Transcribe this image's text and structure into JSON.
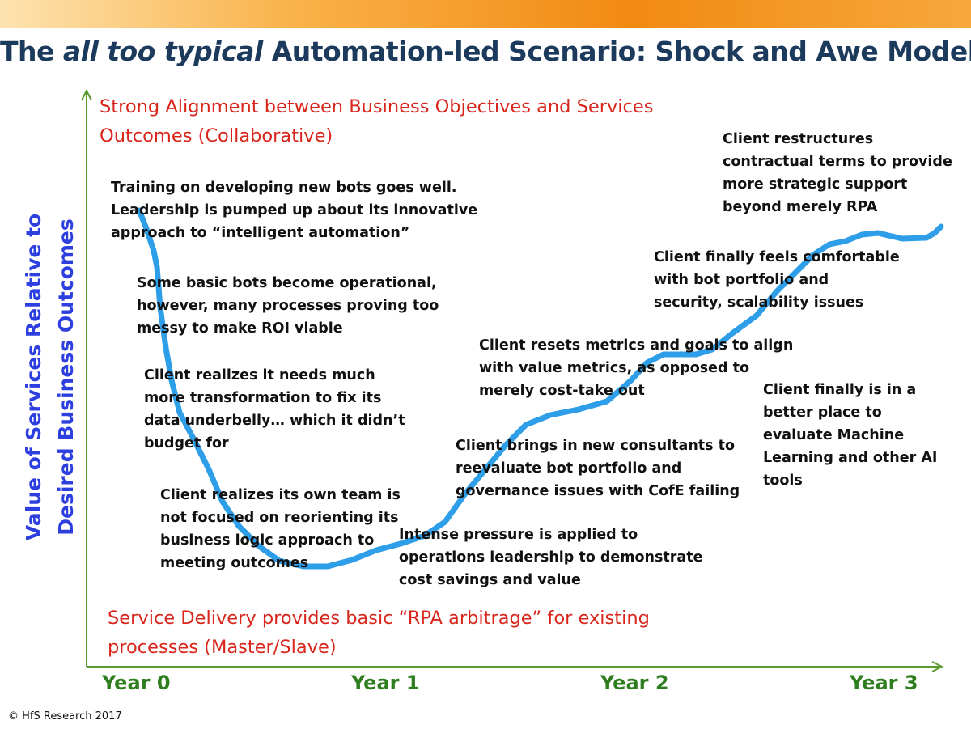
{
  "title": {
    "part1": "The ",
    "italic": "all too typical",
    "part2": " Automation-led Scenario: Shock and Awe Model"
  },
  "y_axis_label_line1": "Value of Services Relative to",
  "y_axis_label_line2": "Desired Business Outcomes",
  "top_label": "Strong Alignment between Business Objectives and Services Outcomes (Collaborative)",
  "bottom_label": "Service Delivery provides basic “RPA arbitrage” for existing processes (Master/Slave)",
  "x_labels": [
    "Year 0",
    "Year 1",
    "Year 2",
    "Year 3"
  ],
  "annotations": [
    [
      "Training on developing new bots goes well.",
      "Leadership is pumped up about its innovative",
      "approach to “intelligent automation”"
    ],
    [
      "Some basic bots become operational,",
      "however, many processes proving too",
      "messy to make  ROI viable"
    ],
    [
      "Client realizes it needs much",
      "more transformation to fix its",
      "data underbelly… which it didn’t",
      "budget for"
    ],
    [
      "Client realizes its own team is",
      "not focused on reorienting its",
      "business logic approach to",
      "meeting outcomes"
    ],
    [
      "Intense pressure is applied to",
      "operations leadership to demonstrate",
      "cost savings and value"
    ],
    [
      "Client brings in new consultants to",
      "reevaluate bot portfolio and",
      "governance issues with CofE failing"
    ],
    [
      "Client resets metrics and goals to align",
      "with value metrics, as opposed to",
      "merely cost-take out"
    ],
    [
      "Client finally feels comfortable",
      "with bot portfolio and",
      "security, scalability issues"
    ],
    [
      "Client restructures",
      "contractual terms to provide",
      "more strategic support",
      "beyond merely RPA"
    ],
    [
      "Client finally is in a",
      "better place to",
      "evaluate Machine",
      "Learning and other AI",
      "tools"
    ]
  ],
  "copyright": "© HfS Research 2017",
  "colors": {
    "title": "#1b3a5c",
    "axis": "#5a9a2e",
    "curve": "#2e9ee8",
    "red_label": "#d9261c",
    "y_label": "#2e3fe0",
    "year_label": "#2e7d1e"
  }
}
